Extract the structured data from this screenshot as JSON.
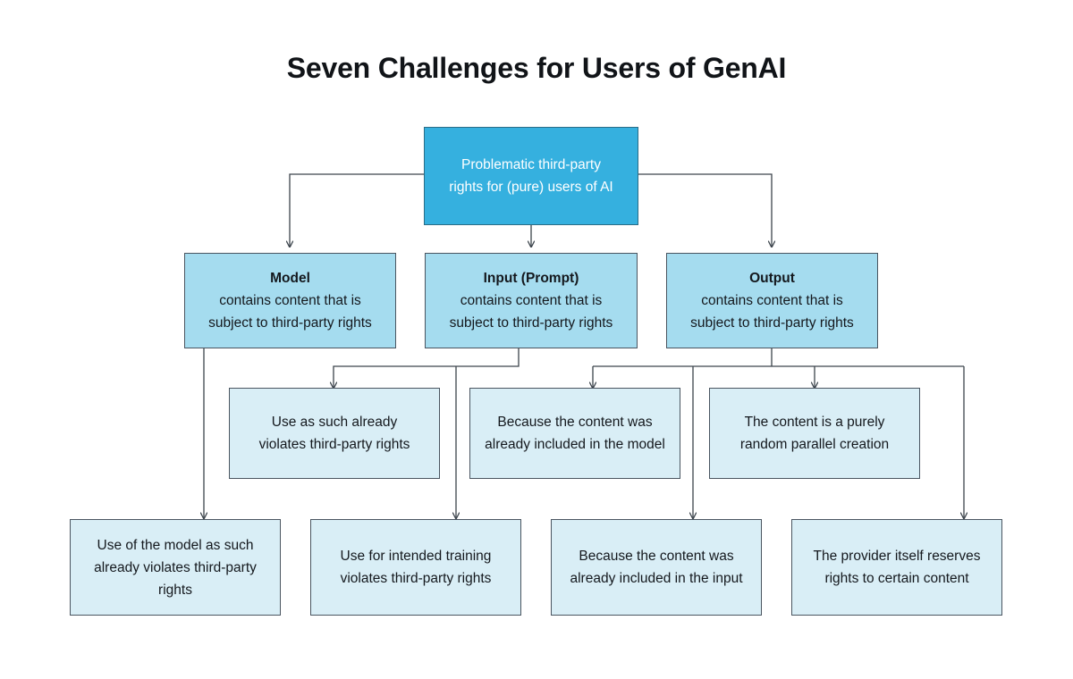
{
  "title": "Seven Challenges for Users of GenAI",
  "colors": {
    "root_fill": "#35b0df",
    "root_text": "#ffffff",
    "mid_fill": "#a5dcef",
    "leaf_fill": "#d9eef6",
    "border": "#4a5560",
    "connector": "#3c444c",
    "background": "#ffffff",
    "text": "#14181d"
  },
  "nodes": {
    "root": {
      "id": "root",
      "level": "root",
      "lines": [
        "Problematic third-party",
        "rights for (pure) users of AI"
      ]
    },
    "model": {
      "id": "model",
      "level": "mid",
      "heading": "Model",
      "lines": [
        "contains content that is",
        "subject to third-party rights"
      ]
    },
    "input": {
      "id": "input",
      "level": "mid",
      "heading": "Input (Prompt)",
      "lines": [
        "contains content that is",
        "subject to third-party rights"
      ]
    },
    "output": {
      "id": "output",
      "level": "mid",
      "heading": "Output",
      "lines": [
        "contains content that is",
        "subject to third-party rights"
      ]
    },
    "leaf_use_as_such": {
      "id": "leaf-use-as-such",
      "level": "leaf",
      "lines": [
        "Use as such already",
        "violates third-party rights"
      ]
    },
    "leaf_included_model": {
      "id": "leaf-included-in-model",
      "level": "leaf",
      "lines": [
        "Because the content was",
        "already included in the model"
      ]
    },
    "leaf_random_creation": {
      "id": "leaf-random-parallel-creation",
      "level": "leaf",
      "lines": [
        "The content is a purely",
        "random parallel creation"
      ]
    },
    "leaf_model_use": {
      "id": "leaf-model-use-violates",
      "level": "leaf",
      "lines": [
        "Use of the model as such",
        "already violates third-party",
        "rights"
      ]
    },
    "leaf_intended_training": {
      "id": "leaf-intended-training",
      "level": "leaf",
      "lines": [
        "Use for intended training",
        "violates third-party rights"
      ]
    },
    "leaf_included_input": {
      "id": "leaf-included-in-input",
      "level": "leaf",
      "lines": [
        "Because the content was",
        "already included in the input"
      ]
    },
    "leaf_provider_reserves": {
      "id": "leaf-provider-reserves-rights",
      "level": "leaf",
      "lines": [
        "The provider itself reserves",
        "rights to certain content"
      ]
    }
  },
  "chart_data": {
    "type": "diagram",
    "title": "Seven Challenges for Users of GenAI",
    "layout": "top-down tree, 4 rows",
    "edges": [
      {
        "from": "root",
        "to": "model"
      },
      {
        "from": "root",
        "to": "input"
      },
      {
        "from": "root",
        "to": "output"
      },
      {
        "from": "model",
        "to": "leaf_model_use"
      },
      {
        "from": "input",
        "to": "leaf_use_as_such"
      },
      {
        "from": "input",
        "to": "leaf_intended_training"
      },
      {
        "from": "output",
        "to": "leaf_included_model"
      },
      {
        "from": "output",
        "to": "leaf_random_creation"
      },
      {
        "from": "output",
        "to": "leaf_included_input"
      },
      {
        "from": "output",
        "to": "leaf_provider_reserves"
      }
    ]
  }
}
